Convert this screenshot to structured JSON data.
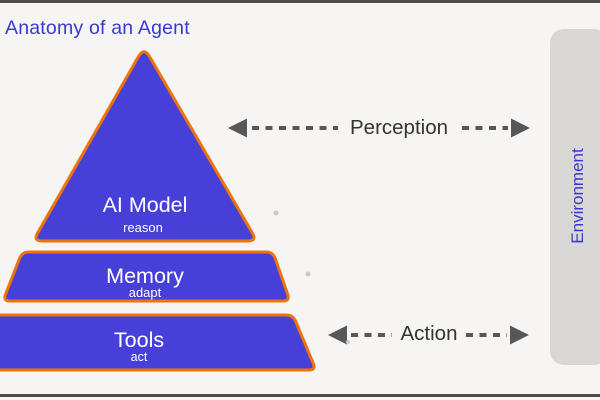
{
  "title": "Anatomy of an Agent",
  "pyramid": {
    "layers": [
      {
        "label": "AI Model",
        "sublabel": "reason"
      },
      {
        "label": "Memory",
        "sublabel": "adapt"
      },
      {
        "label": "Tools",
        "sublabel": "act"
      }
    ]
  },
  "arrows": {
    "perception": {
      "label": "Perception"
    },
    "action": {
      "label": "Action"
    }
  },
  "environment": {
    "label": "Environment"
  },
  "colors": {
    "shape_fill": "#4640d9",
    "shape_border": "#ed730a",
    "heading_blue": "#3a39cf",
    "arrow_gray": "#575757",
    "arrow_text": "#333333",
    "environment_bar": "#d8d7d5",
    "background": "#f6f5f3",
    "frame_bar": "#4c4c4c"
  }
}
